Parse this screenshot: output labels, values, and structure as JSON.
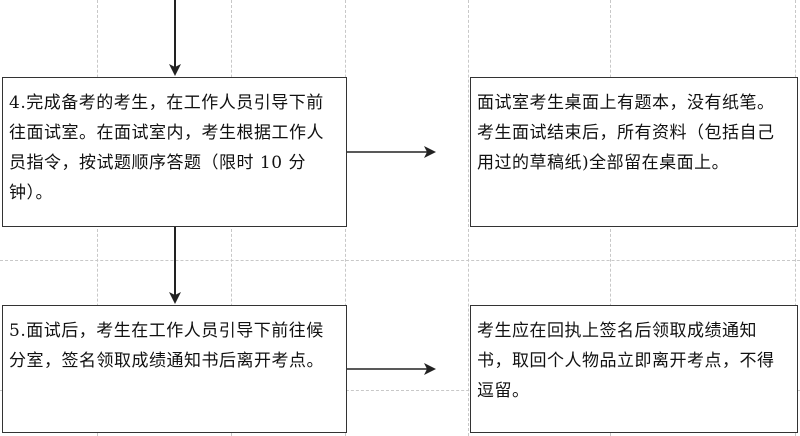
{
  "flow": {
    "step4": "4.完成备考的考生，在工作人员引导下前往面试室。在面试室内，考生根据工作人员指令，按试题顺序答题（限时 10 分钟）。",
    "note4": "面试室考生桌面上有题本，没有纸笔。考生面试结束后，所有资料（包括自己用过的草稿纸)全部留在桌面上。",
    "step5": "5.面试后，考生在工作人员引导下前往候分室，签名领取成绩通知书后离开考点。",
    "note5": "考生应在回执上签名后领取成绩通知书，取回个人物品立即离开考点，不得逗留。"
  },
  "colors": {
    "border": "#333333",
    "arrow": "#222222",
    "grid": "#c8c8c8"
  }
}
